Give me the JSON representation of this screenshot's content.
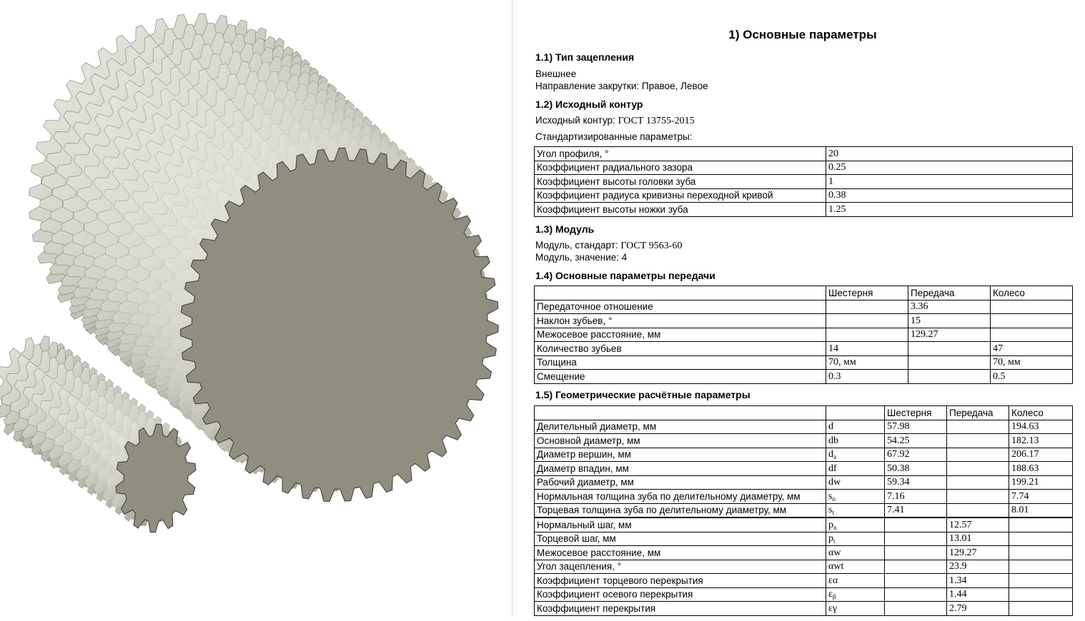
{
  "title": "1) Основные параметры",
  "gearing": {
    "heading": "1.1) Тип зацепления",
    "type": "Внешнее",
    "helix_direction": "Направление закрутки: Правое, Левое"
  },
  "contour": {
    "heading": "1.2) Исходный контур",
    "label": "Исходный контур: ",
    "standard": "ГОСТ 13755-2015",
    "std_params_label": "Стандартизированные параметры:",
    "rows": [
      {
        "name": "Угол профиля, °",
        "value": "20"
      },
      {
        "name": "Коэффициент радиального зазора",
        "value": "0.25"
      },
      {
        "name": "Коэффициент высоты головки зуба",
        "value": "1"
      },
      {
        "name": "Коэффициент радиуса кривизны переходной кривой",
        "value": "0.38"
      },
      {
        "name": "Коэффициент высоты ножки зуба",
        "value": "1.25"
      }
    ]
  },
  "module": {
    "heading": "1.3) Модуль",
    "standard_label": "Модуль, стандарт: ",
    "standard": "ГОСТ 9563-60",
    "value_line": "Модуль, значение: 4"
  },
  "transmission": {
    "heading": "1.4) Основные параметры передачи",
    "columns": [
      "",
      "Шестерня",
      "Передача",
      "Колесо"
    ],
    "rows": [
      {
        "name": "Передаточное отношение",
        "pinion": "",
        "gear_pair": "3.36",
        "wheel": ""
      },
      {
        "name": "Наклон зубьев, °",
        "pinion": "",
        "gear_pair": "15",
        "wheel": ""
      },
      {
        "name": "Межосевое расстояние, мм",
        "pinion": "",
        "gear_pair": "129.27",
        "wheel": ""
      },
      {
        "name": "Количество зубьев",
        "pinion": "14",
        "gear_pair": "",
        "wheel": "47"
      },
      {
        "name": "Толщина",
        "pinion": "70, мм",
        "gear_pair": "",
        "wheel": "70, мм"
      },
      {
        "name": "Смещение",
        "pinion": "0.3",
        "gear_pair": "",
        "wheel": "0.5"
      }
    ]
  },
  "geometry": {
    "heading": "1.5) Геометрические расчётные параметры",
    "columns": [
      "",
      "",
      "Шестерня",
      "Передача",
      "Колесо"
    ],
    "rows": [
      {
        "name": "Делительный диаметр, мм",
        "sym": "d",
        "sub": "",
        "pinion": "57.98",
        "gear_pair": "",
        "wheel": "194.63"
      },
      {
        "name": "Основной диаметр, мм",
        "sym": "db",
        "sub": "",
        "pinion": "54.25",
        "gear_pair": "",
        "wheel": "182.13"
      },
      {
        "name": "Диаметр вершин, мм",
        "sym": "d",
        "sub": "a",
        "pinion": "67.92",
        "gear_pair": "",
        "wheel": "206.17"
      },
      {
        "name": "Диаметр впадин, мм",
        "sym": "df",
        "sub": "",
        "pinion": "50.38",
        "gear_pair": "",
        "wheel": "188.63"
      },
      {
        "name": "Рабочий диаметр, мм",
        "sym": "dw",
        "sub": "",
        "pinion": "59.34",
        "gear_pair": "",
        "wheel": "199.21"
      },
      {
        "name": "Нормальная толщина зуба по делительному диаметру, мм",
        "sym": "s",
        "sub": "n",
        "pinion": "7.16",
        "gear_pair": "",
        "wheel": "7.74"
      },
      {
        "name": "Торцевая толщина зуба по делительному диаметру, мм",
        "sym": "s",
        "sub": "t",
        "pinion": "7.41",
        "gear_pair": "",
        "wheel": "8.01"
      },
      {
        "name": "Нормальный шаг, мм",
        "sym": "p",
        "sub": "n",
        "pinion": "",
        "gear_pair": "12.57",
        "wheel": ""
      },
      {
        "name": "Торцевой шаг, мм",
        "sym": "p",
        "sub": "t",
        "pinion": "",
        "gear_pair": "13.01",
        "wheel": ""
      },
      {
        "name": "Межосевое расстояние, мм",
        "sym": "αw",
        "sub": "",
        "pinion": "",
        "gear_pair": "129.27",
        "wheel": ""
      },
      {
        "name": "Угол зацепления, °",
        "sym": "αwt",
        "sub": "",
        "pinion": "",
        "gear_pair": "23.9",
        "wheel": ""
      },
      {
        "name": "Коэффициент торцевого перекрытия",
        "sym": "εα",
        "sub": "",
        "pinion": "",
        "gear_pair": "1.34",
        "wheel": ""
      },
      {
        "name": "Коэффициент осевого перекрытия",
        "sym": "ε",
        "sub": "β",
        "pinion": "",
        "gear_pair": "1.44",
        "wheel": ""
      },
      {
        "name": "Коэффициент перекрытия",
        "sym": "εγ",
        "sub": "",
        "pinion": "",
        "gear_pair": "2.79",
        "wheel": ""
      }
    ]
  },
  "model": {
    "pinion_teeth": 14,
    "wheel_teeth": 47,
    "face_color": "#8f8e80",
    "tooth_color": "#d2d1c8"
  }
}
